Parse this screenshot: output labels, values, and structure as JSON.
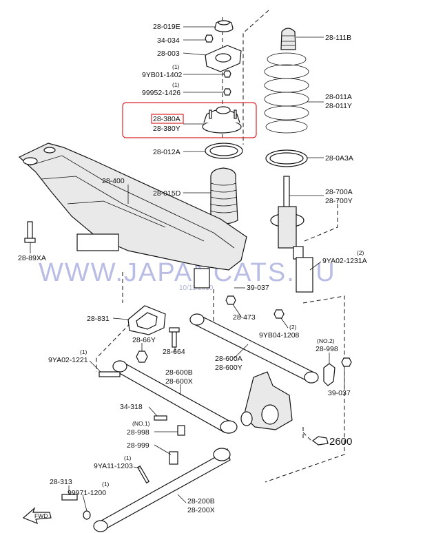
{
  "labels": {
    "p28019E": "28-019E",
    "p34034": "34-034",
    "p28003": "28-003",
    "p1_a": "(1)",
    "p9YB01_1402": "9YB01-1402",
    "p1_b": "(1)",
    "p99952_1426": "99952-1426",
    "p28380A": "28-380A",
    "p28380Y": "28-380Y",
    "p28012A": "28-012A",
    "p28015D": "28-015D",
    "p28111B": "28-111B",
    "p28011A": "28-011A",
    "p28011Y": "28-011Y",
    "p280A3A": "28-0A3A",
    "p28700A": "28-700A",
    "p28700Y": "28-700Y",
    "p28400": "28-400",
    "p2889XA": "28-89XA",
    "p2_a": "(2)",
    "p9YA02_1231A": "9YA02-1231A",
    "p39037_a": "39-037",
    "p28473": "28-473",
    "p28831": "28-831",
    "p2_b": "(2)",
    "p9YB04_1208": "9YB04-1208",
    "p28_66Y": "28-66Y",
    "p28664": "28-664",
    "pNO2": "(NO.2)",
    "p28998_a": "28-998",
    "p1_c": "(1)",
    "p9YA02_1221": "9YA02-1221",
    "p28600A": "28-600A",
    "p28600Y": "28-600Y",
    "p28600B": "28-600B",
    "p28600X": "28-600X",
    "p39037_b": "39-037",
    "p34318": "34-318",
    "pNO1": "(NO.1)",
    "p28998_b": "28-998",
    "p2600": "2600",
    "p28999": "28-999",
    "p1_d": "(1)",
    "p9YA11_1203": "9YA11-1203",
    "p28313": "28-313",
    "p1_e": "(1)",
    "p99971_1200": "99971-1200",
    "p28200B": "28-200B",
    "p28200X": "28-200X",
    "fwd": "FWD"
  },
  "watermark": {
    "main": "WWW.JAPANCATS.RU",
    "date": "10/11/2010"
  },
  "colors": {
    "line": "#111111",
    "highlight": "#d9242a",
    "watermark": "#b9bde6"
  }
}
